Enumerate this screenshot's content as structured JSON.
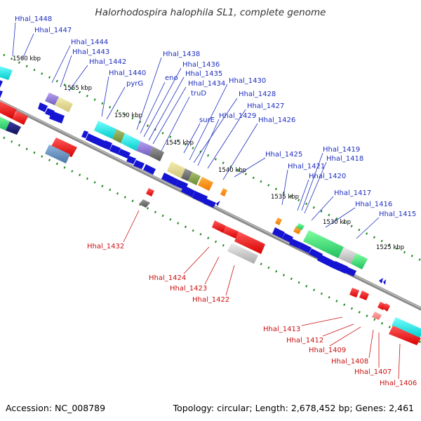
{
  "title": "Halorhodospira halophila SL1, complete genome",
  "footer": {
    "accession": "Accession: NC_008789",
    "summary": "Topology: circular; Length: 2,678,452 bp; Genes: 2,461"
  },
  "colors": {
    "backbone": "#7d7d7d",
    "tick": "#1e8a1e",
    "forward_label": "#1f2fbf",
    "reverse_label": "#cc1010",
    "cds": "#1414d2"
  },
  "ticks": [
    "1560 kbp",
    "1555 kbp",
    "1550 kbp",
    "1545 kbp",
    "1540 kbp",
    "1535 kbp",
    "1530 kbp",
    "1525 kbp"
  ],
  "forward_labels": [
    "Hhal_1448",
    "Hhal_1447",
    "Hhal_1444",
    "Hhal_1443",
    "Hhal_1442",
    "Hhal_1440",
    "pyrG",
    "Hhal_1438",
    "eno",
    "Hhal_1436",
    "Hhal_1435",
    "Hhal_1434",
    "truD",
    "Hhal_1430",
    "Hhal_1428",
    "surE",
    "Hhal_1429",
    "Hhal_1427",
    "Hhal_1426",
    "Hhal_1425",
    "Hhal_1421",
    "Hhal_1419",
    "Hhal_1418",
    "Hhal_1420",
    "Hhal_1417",
    "Hhal_1416",
    "Hhal_1415"
  ],
  "reverse_labels": [
    "Hhal_1432",
    "Hhal_1424",
    "Hhal_1423",
    "Hhal_1422",
    "Hhal_1413",
    "Hhal_1412",
    "Hhal_1409",
    "Hhal_1408",
    "Hhal_1407",
    "Hhal_1406"
  ]
}
